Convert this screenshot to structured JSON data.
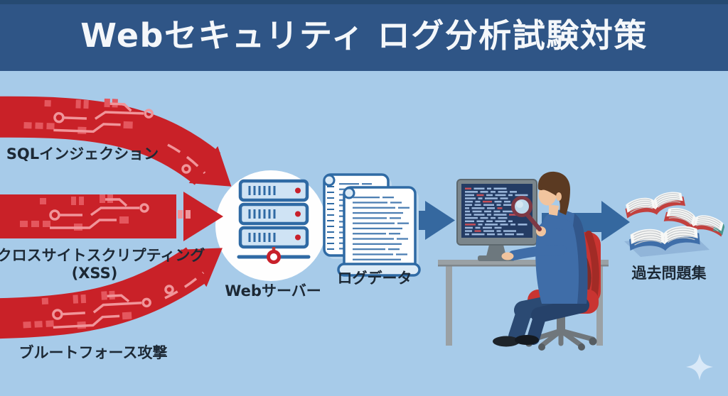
{
  "title": "Webセキュリティ ログ分析試験対策",
  "attacks": [
    {
      "label": "SQLインジェクション"
    },
    {
      "label": "クロスサイトスクリプティング",
      "sublabel": "(XSS)"
    },
    {
      "label": "ブルートフォース攻撃"
    }
  ],
  "server": {
    "label": "Webサーバー"
  },
  "logs": {
    "label": "ログデータ"
  },
  "books": {
    "label": "過去問題集"
  },
  "icons": [
    "attack-arrow-icon",
    "circuit-pattern-icon",
    "web-server-icon",
    "log-scroll-icon",
    "flow-arrow-icon",
    "monitor-icon",
    "magnifier-icon",
    "analyst-figure",
    "office-chair-icon",
    "desk",
    "open-books-icon",
    "sparkle-icon"
  ],
  "colors": {
    "header_bg": "#2f5586",
    "background": "#a7cbe9",
    "attack_red": "#c92128",
    "circuit_light_red": "#f0959a",
    "flow_blue": "#35689f",
    "icon_outline_blue": "#2f6aa4",
    "screen_navy": "#243c64",
    "chair_red": "#c93431",
    "label_text": "#1d2935",
    "title_text": "#f4f7fa"
  }
}
